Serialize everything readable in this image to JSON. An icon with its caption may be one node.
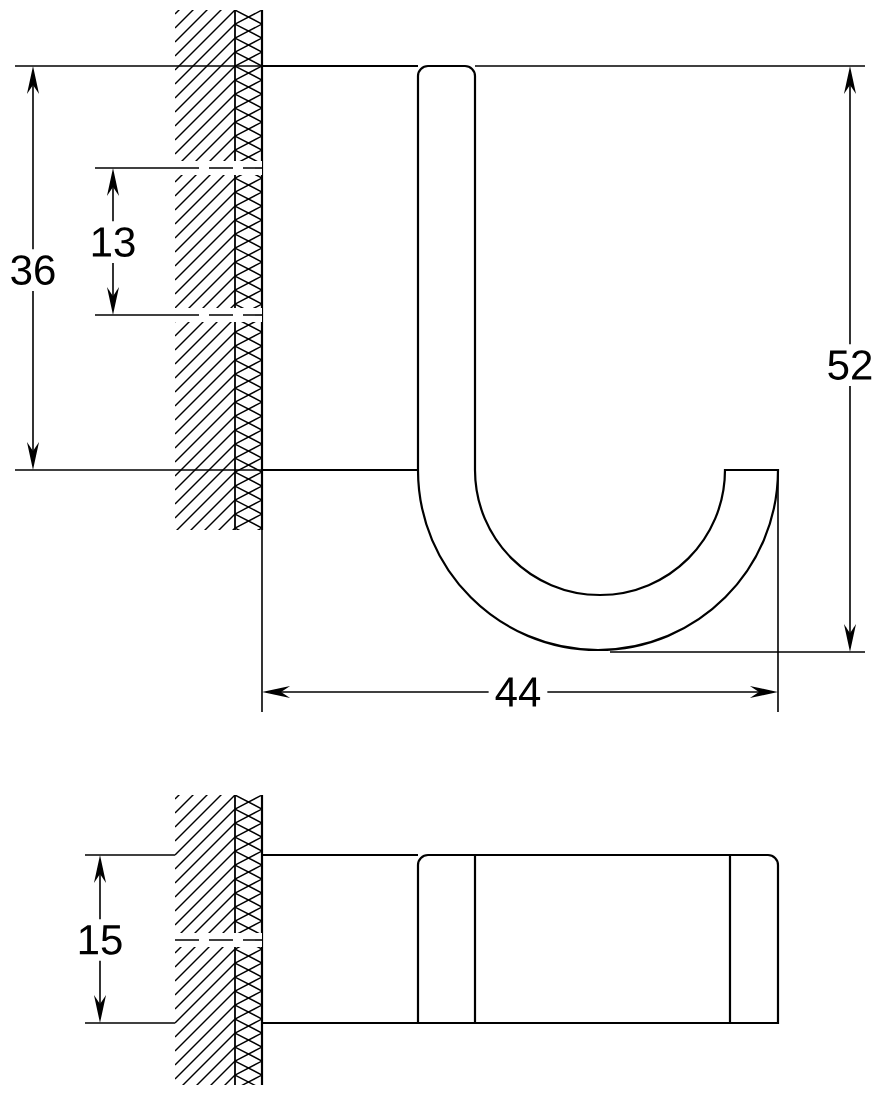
{
  "diagram": {
    "labels": [
      "36",
      "13",
      "52",
      "44",
      "15"
    ]
  }
}
